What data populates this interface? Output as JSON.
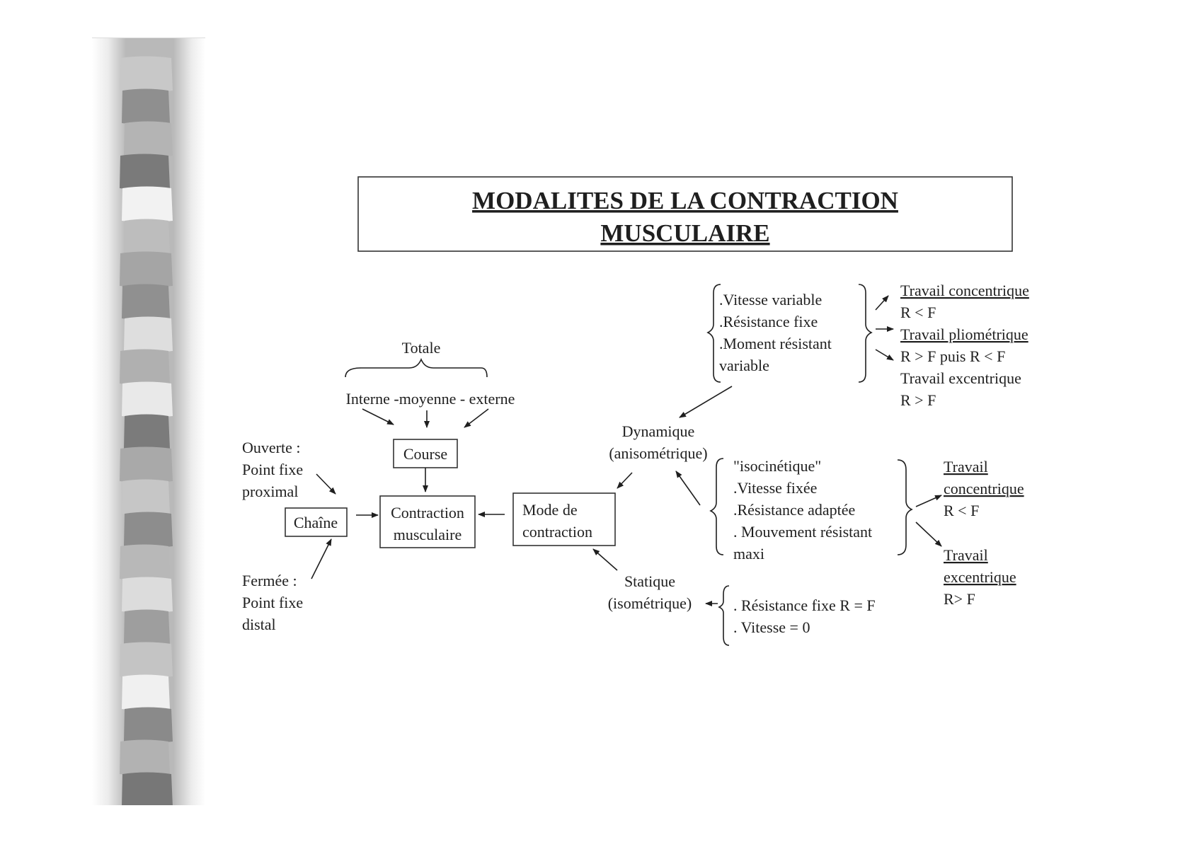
{
  "title": {
    "line1": "MODALITES DE LA CONTRACTION",
    "line2": "MUSCULAIRE"
  },
  "course": {
    "totale": "Totale",
    "types": "Interne -moyenne - externe",
    "label": "Course"
  },
  "chaine": {
    "ouverte_l1": "Ouverte :",
    "ouverte_l2": "Point fixe",
    "ouverte_l3": "proximal",
    "label": "Chaîne",
    "fermee_l1": "Fermée :",
    "fermee_l2": "Point  fixe",
    "fermee_l3": "distal"
  },
  "contraction": {
    "l1": "Contraction",
    "l2": "musculaire"
  },
  "mode": {
    "l1": "Mode de",
    "l2": "contraction"
  },
  "dynamique": {
    "l1": "Dynamique",
    "l2": "(anisométrique)"
  },
  "statique": {
    "l1": "Statique",
    "l2": "(isométrique)"
  },
  "isotonic": {
    "l1": ".Vitesse variable",
    "l2": ".Résistance fixe",
    "l3": ".Moment résistant",
    "l4": "variable"
  },
  "isotonic_results": {
    "r1": "Travail concentrique",
    "r2": "R < F",
    "r3": "Travail pliométrique",
    "r4": "R > F puis R < F",
    "r5": "Travail excentrique",
    "r6": "R > F"
  },
  "isokinetic": {
    "l1": "\"isocinétique\"",
    "l2": ".Vitesse fixée",
    "l3": ".Résistance adaptée",
    "l4": ". Mouvement  résistant",
    "l5": "maxi"
  },
  "isokinetic_results": {
    "c1": "Travail",
    "c2": "concentrique",
    "c3": "R < F",
    "e1": "Travail",
    "e2": "excentrique",
    "e3": "R> F"
  },
  "static_details": {
    "l1": ". Résistance fixe R = F",
    "l2": ". Vitesse = 0"
  }
}
